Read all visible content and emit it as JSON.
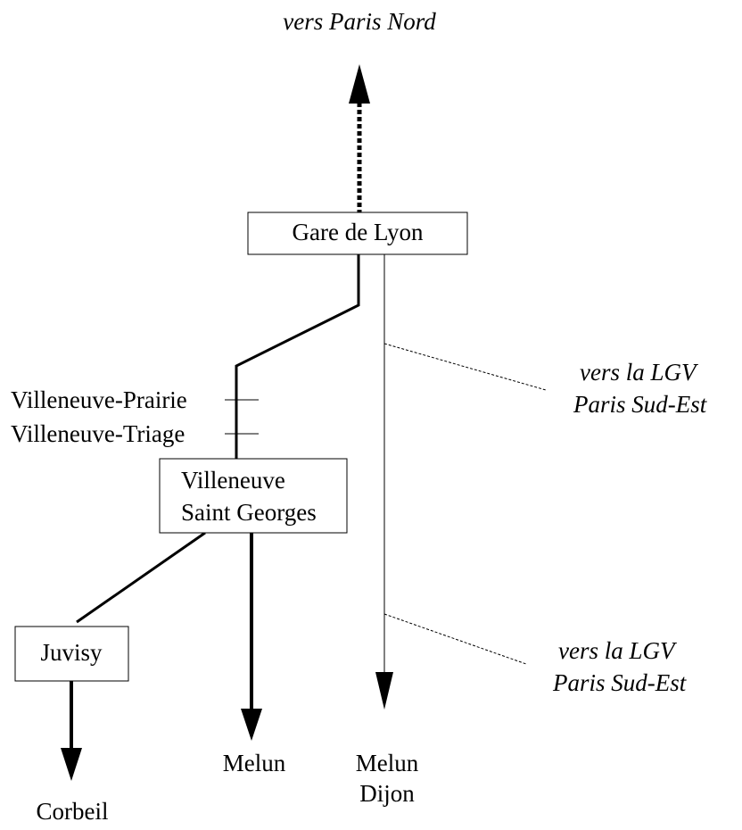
{
  "top_label": "vers Paris Nord",
  "stations": {
    "gare_de_lyon": "Gare de Lyon",
    "villeneuve_prairie": "Villeneuve-Prairie",
    "villeneuve_triage": "Villeneuve-Triage",
    "villeneuve_sg_line1": "Villeneuve",
    "villeneuve_sg_line2": "Saint Georges",
    "juvisy": "Juvisy"
  },
  "lgv_labels": [
    {
      "line1": "vers la LGV",
      "line2": "Paris Sud-Est"
    },
    {
      "line1": "vers la LGV",
      "line2": "Paris Sud-Est"
    }
  ],
  "destinations": {
    "melun_center": "Melun",
    "melun_right": "Melun",
    "dijon": "Dijon",
    "corbeil": "Corbeil"
  },
  "colors": {
    "line": "#000000",
    "box_border": "#000000",
    "background": "#ffffff"
  }
}
